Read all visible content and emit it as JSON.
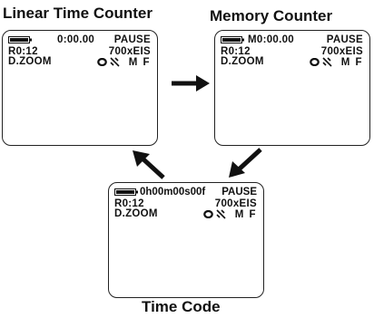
{
  "titles": {
    "linear": "Linear Time Counter",
    "memory": "Memory Counter",
    "timecode": "Time Code"
  },
  "screens": {
    "linear": {
      "counter": "0:00.00",
      "status": "PAUSE",
      "remaining": "R0:12",
      "tape_info": "700xEIS",
      "zoom": "D.ZOOM",
      "focus": "M F"
    },
    "memory": {
      "counter": "M0:00.00",
      "status": "PAUSE",
      "remaining": "R0:12",
      "tape_info": "700xEIS",
      "zoom": "D.ZOOM",
      "focus": "M F"
    },
    "timecode": {
      "counter": "0h00m00s00f",
      "status": "PAUSE",
      "remaining": "R0:12",
      "tape_info": "700xEIS",
      "zoom": "D.ZOOM",
      "focus": "M F"
    }
  },
  "icons": [
    "battery-icon",
    "backlight-icon",
    "manual-exposure-icon",
    "arrow-right-icon",
    "arrow-down-left-icon",
    "arrow-up-left-icon"
  ],
  "colors": {
    "ink": "#111111",
    "background": "#ffffff"
  }
}
